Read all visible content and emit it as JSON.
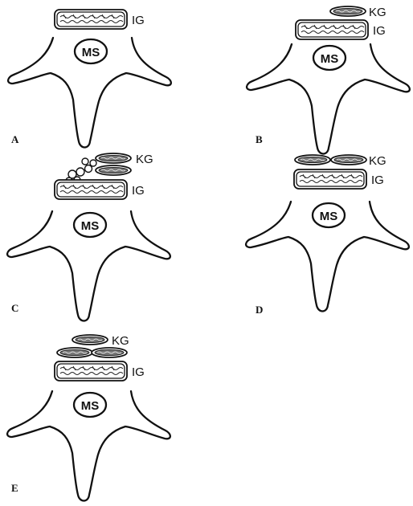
{
  "figure": {
    "panels": [
      {
        "letter": "A",
        "ms_label": "MS",
        "ig_label": "IG",
        "kg_label": ""
      },
      {
        "letter": "B",
        "ms_label": "MS",
        "ig_label": "IG",
        "kg_label": "KG"
      },
      {
        "letter": "C",
        "ms_label": "MS",
        "ig_label": "IG",
        "kg_label": "KG"
      },
      {
        "letter": "D",
        "ms_label": "MS",
        "ig_label": "IG",
        "kg_label": "KG"
      },
      {
        "letter": "E",
        "ms_label": "MS",
        "ig_label": "IG",
        "kg_label": "KG"
      }
    ]
  }
}
